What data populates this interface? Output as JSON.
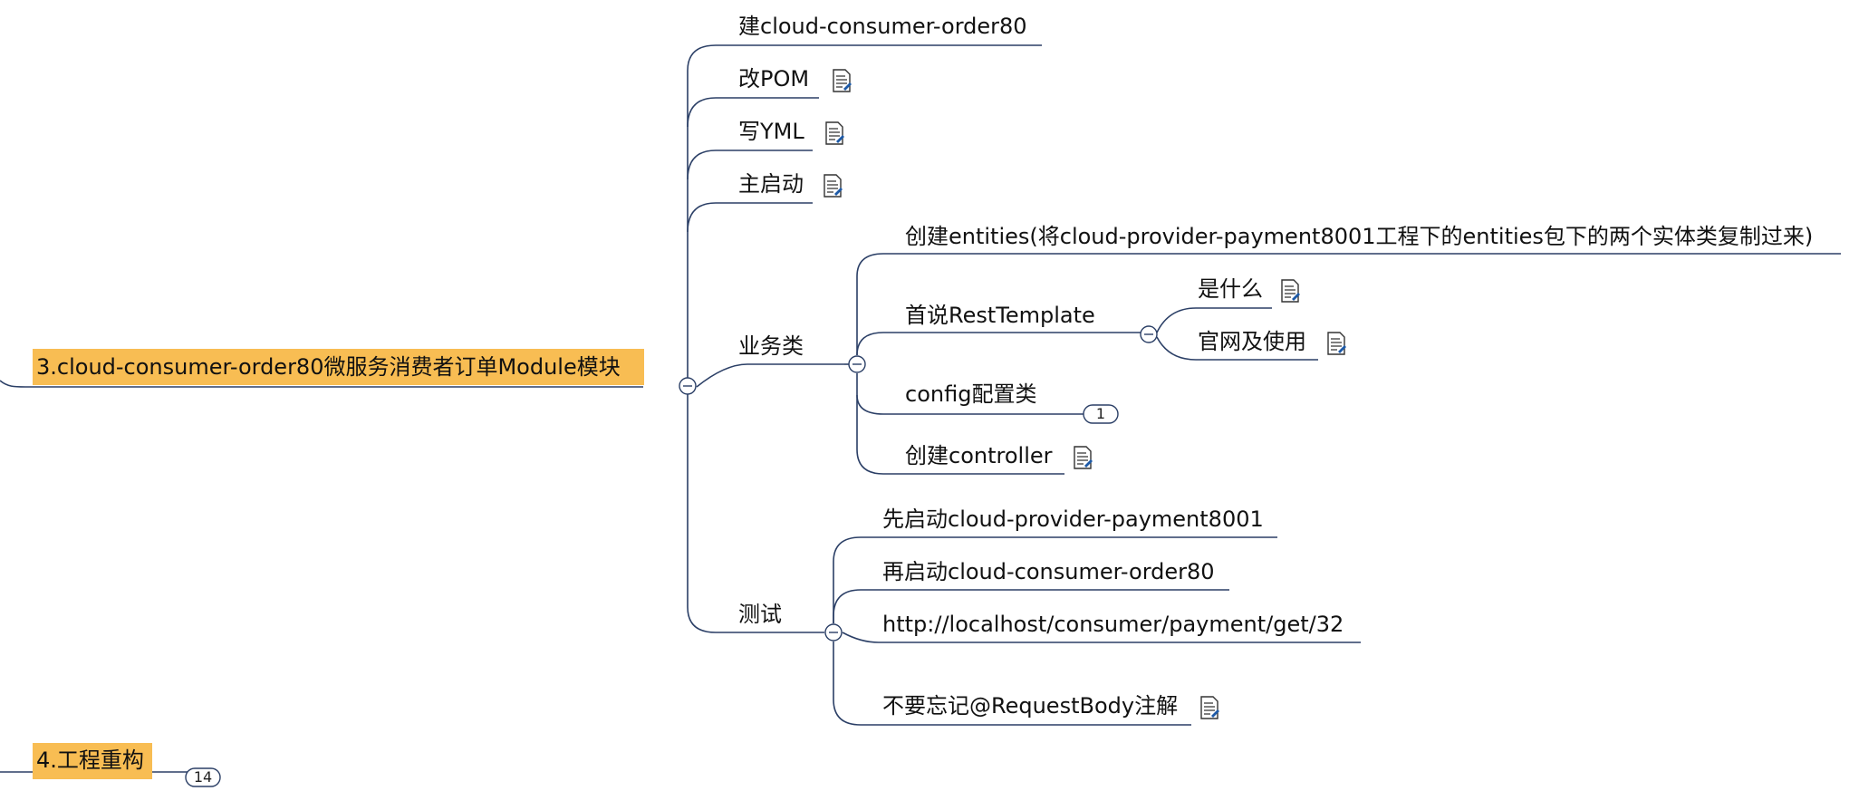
{
  "colors": {
    "line": "#2b3f66",
    "highlight": "#f8bd53",
    "icon": "#1d5aa8"
  },
  "mindmap": {
    "topic3": {
      "label": "3.cloud-consumer-order80微服务消费者订单Module模块",
      "children": {
        "create_module": {
          "label": "建cloud-consumer-order80"
        },
        "pom": {
          "label": "改POM",
          "icon": "note-icon"
        },
        "yml": {
          "label": "写YML",
          "icon": "note-icon"
        },
        "main": {
          "label": "主启动",
          "icon": "note-icon"
        },
        "business": {
          "label": "业务类",
          "children": {
            "entities": {
              "label": "创建entities(将cloud-provider-payment8001工程下的entities包下的两个实体类复制过来)"
            },
            "resttemplate": {
              "label": "首说RestTemplate",
              "children": {
                "what": {
                  "label": "是什么",
                  "icon": "note-icon"
                },
                "official": {
                  "label": "官网及使用",
                  "icon": "note-icon"
                }
              }
            },
            "config": {
              "label": "config配置类",
              "badge": "1"
            },
            "controller": {
              "label": "创建controller",
              "icon": "note-icon"
            }
          }
        },
        "test": {
          "label": "测试",
          "children": {
            "start_provider": {
              "label": "先启动cloud-provider-payment8001"
            },
            "start_consumer": {
              "label": "再启动cloud-consumer-order80"
            },
            "url": {
              "label": "http://localhost/consumer/payment/get/32"
            },
            "requestbody": {
              "label": "不要忘记@RequestBody注解",
              "icon": "note-icon"
            }
          }
        }
      }
    },
    "topic4": {
      "label": "4.工程重构",
      "badge": "14"
    }
  }
}
